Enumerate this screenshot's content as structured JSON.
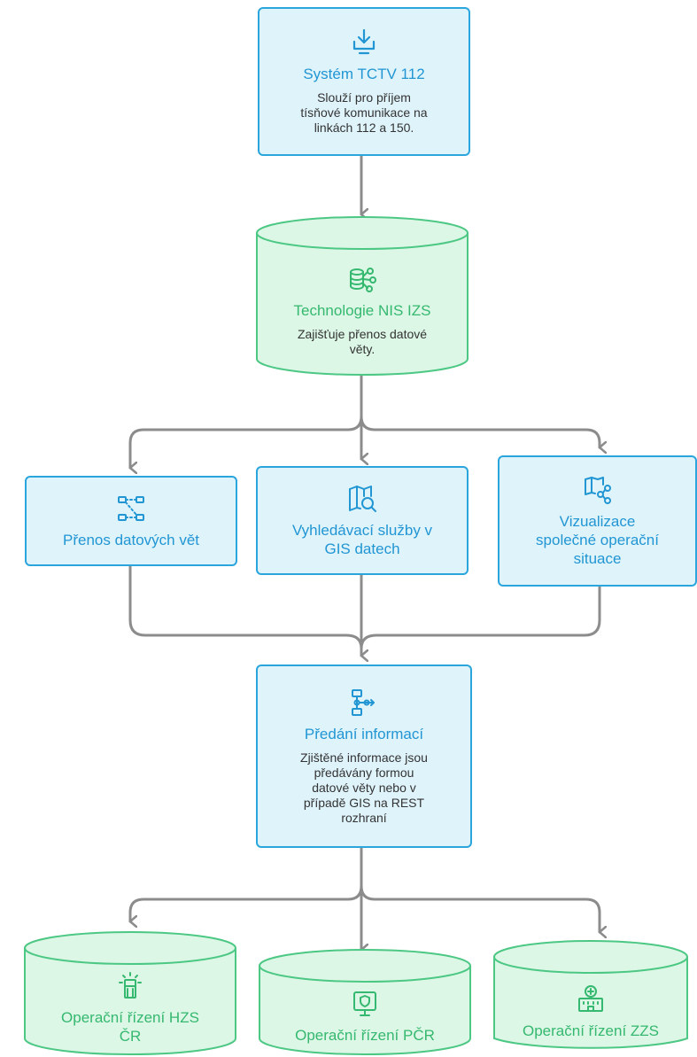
{
  "colors": {
    "blue_fill": "#dff3fb",
    "blue_stroke": "#2aa6dd",
    "blue_text": "#2196d3",
    "green_fill": "#dcf7e6",
    "green_stroke": "#4cc884",
    "green_text": "#35b86f",
    "connector": "#8c8c8c"
  },
  "nodes": {
    "tctv": {
      "title": "Systém TCTV 112",
      "desc_lines": [
        "Slouží pro příjem",
        "tísňové komunikace na",
        "linkách 112 a 150."
      ],
      "icon": "download-tray-icon"
    },
    "nis": {
      "title": "Technologie NIS IZS",
      "desc_lines": [
        "Zajišťuje přenos datové",
        "věty."
      ],
      "icon": "database-network-icon"
    },
    "prenos": {
      "title_lines": [
        "Přenos datových vět"
      ],
      "icon": "network-nodes-icon"
    },
    "vyhledavaci": {
      "title_lines": [
        "Vyhledávací služby v",
        "GIS datech"
      ],
      "icon": "map-search-icon"
    },
    "vizualizace": {
      "title_lines": [
        "Vizualizace",
        "společné operační",
        "situace"
      ],
      "icon": "map-share-icon"
    },
    "predani": {
      "title": "Předání informací",
      "desc_lines": [
        "Zjištěné informace jsou",
        "předávány formou",
        "datové věty nebo v",
        "případě GIS na REST",
        "rozhraní"
      ],
      "icon": "flowchart-icon"
    },
    "hzs": {
      "title_lines": [
        "Operační řízení HZS",
        "ČR"
      ],
      "icon": "firefighter-icon"
    },
    "pcr": {
      "title_lines": [
        "Operační řízení PČR"
      ],
      "icon": "police-monitor-icon"
    },
    "zzs": {
      "title_lines": [
        "Operační řízení ZZS"
      ],
      "icon": "hospital-icon"
    }
  }
}
